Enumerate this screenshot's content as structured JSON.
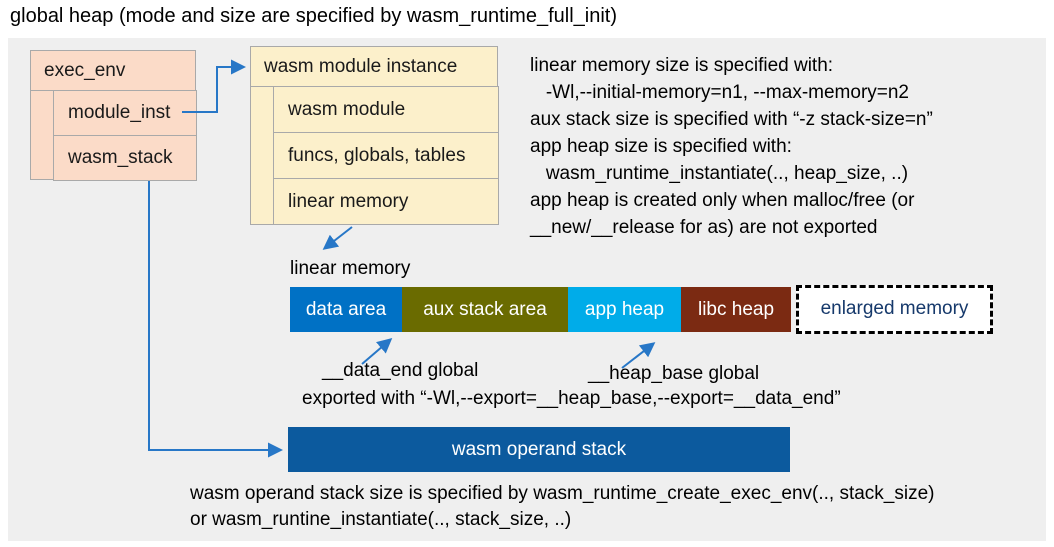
{
  "title": "global heap (mode and size are specified by wasm_runtime_full_init)",
  "exec_env": {
    "title": "exec_env",
    "rows": [
      {
        "label": "module_inst"
      },
      {
        "label": "wasm_stack"
      }
    ]
  },
  "wasm_module_instance": {
    "title": "wasm module instance",
    "rows": [
      {
        "label": "wasm module"
      },
      {
        "label": "funcs, globals, tables"
      },
      {
        "label": "linear memory"
      }
    ]
  },
  "notes": {
    "linear_memory_lines": [
      "linear memory size is specified with:",
      "   -Wl,--initial-memory=n1, --max-memory=n2",
      "aux stack size is specified with “-z stack-size=n”",
      "app heap size is specified with:",
      "   wasm_runtime_instantiate(.., heap_size, ..)",
      "app heap is created only when malloc/free (or",
      "__new/__release for as) are not exported"
    ],
    "operand_stack_lines": [
      "wasm operand stack size is specified by wasm_runtime_create_exec_env(.., stack_size)",
      "or wasm_runtine_instantiate(.., stack_size, ..)"
    ]
  },
  "linear_memory_bar": {
    "label": "linear memory",
    "segments": [
      {
        "label": "data area",
        "color": "#0071C5",
        "text_color": "#FFFFFF"
      },
      {
        "label": "aux stack area",
        "color": "#6A6B00",
        "text_color": "#FFFFFF"
      },
      {
        "label": "app heap",
        "color": "#00ACE9",
        "text_color": "#FFFFFF"
      },
      {
        "label": "libc heap",
        "color": "#7B2A12",
        "text_color": "#FFFFFF"
      },
      {
        "label": "enlarged memory",
        "color": "#FFFFFF",
        "text_color": "#16396B",
        "outline": "dashed"
      }
    ]
  },
  "annotations": {
    "data_end": "__data_end global",
    "heap_base": "__heap_base global",
    "export_line": "exported with “-Wl,--export=__heap_base,--export=__data_end”"
  },
  "operand_stack": {
    "label": "wasm operand stack",
    "color": "#0C5A9E"
  },
  "colors": {
    "panel_bg": "#EFEFEF",
    "exec_env_fill": "#FBDBC8",
    "module_instance_fill": "#FCF0CB",
    "box_border": "#A9A9A9",
    "arrow": "#2777C7",
    "dashed_border": "#000000"
  }
}
